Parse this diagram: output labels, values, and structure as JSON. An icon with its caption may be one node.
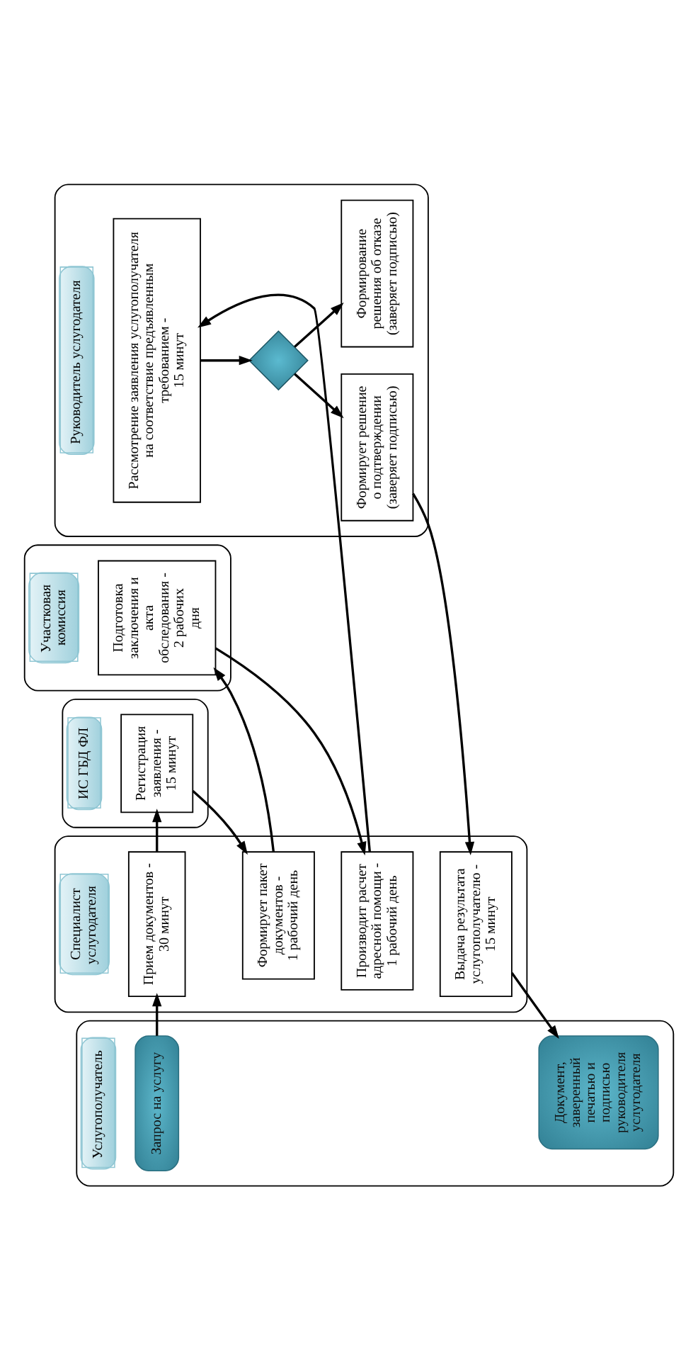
{
  "diagram": {
    "nodes": [
      {
        "text": [
          "Услугополучатель"
        ]
      },
      {
        "text": [
          "Запрос на услугу"
        ],
        "in": 0
      },
      {
        "text": [
          "Документ, заверенный печатью и подписью руководителя услугодателя"
        ],
        "in": 0
      },
      {
        "text": [
          "Специалист услугодателя"
        ]
      },
      {
        "text": [
          "Прием документов - 30 минут"
        ],
        "in": 3
      },
      {
        "text": [
          "Формирует пакет документов - 1 рабочий день"
        ],
        "in": 3
      },
      {
        "text": [
          "Производит расчет адресной помощи - 1 рабочий день"
        ],
        "in": 3
      },
      {
        "text": [
          "Выдача результата услугополучателю - 15 минут"
        ],
        "in": 3
      },
      {
        "text": [
          "ИС ГБД ФЛ"
        ]
      },
      {
        "text": [
          "Регистрация заявления - 15 минут"
        ],
        "in": 8
      },
      {
        "text": [
          "Участковая комиссия"
        ]
      },
      {
        "text": [
          "Подготовка заключения и акта обследования - 2 рабочих дня"
        ],
        "in": 10
      },
      {
        "text": [
          "Руководитель услугодателя"
        ]
      },
      {
        "text": [
          "Рассмотрение заявления услугополучателя на соответствие предъявленным требованием - 15 минут"
        ],
        "in": 12
      },
      {
        "text": [],
        "shape": "diamond",
        "in": 12
      },
      {
        "text": [
          "Формирует решение о подтверждении (заверяет подписью)"
        ],
        "in": 12
      },
      {
        "text": [
          "Формирование решения об отказе (заверяет подписью)"
        ],
        "in": 12
      }
    ],
    "edges": [
      {
        "from": 1,
        "to": 4,
        "arrow": "to"
      },
      {
        "from": 4,
        "to": 9,
        "arrow": "to"
      },
      {
        "from": 9,
        "to": 5,
        "arrow": "to"
      },
      {
        "from": 5,
        "to": 11,
        "arrow": "to"
      },
      {
        "from": 11,
        "to": 6,
        "arrow": "to"
      },
      {
        "from": 6,
        "to": 13,
        "arrow": "to"
      },
      {
        "from": 13,
        "to": 14,
        "arrow": "to"
      },
      {
        "from": 14,
        "to": 15,
        "arrow": "to"
      },
      {
        "from": 14,
        "to": 16,
        "arrow": "to"
      },
      {
        "from": 15,
        "to": 7,
        "arrow": "to"
      },
      {
        "from": 7,
        "to": 2,
        "arrow": "to"
      }
    ]
  }
}
